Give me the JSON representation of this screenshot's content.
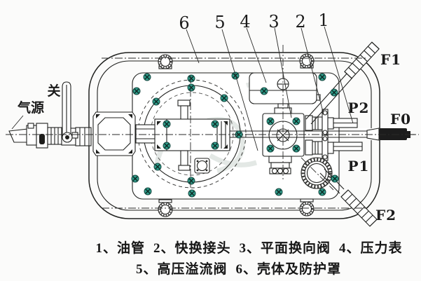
{
  "diagram": {
    "callouts": [
      "1",
      "2",
      "3",
      "4",
      "5",
      "6"
    ],
    "port_labels": {
      "f1": "F1",
      "f0": "F0",
      "p1": "P1",
      "p2": "P2",
      "f2": "F2"
    },
    "text_labels": {
      "air_source": "气源",
      "shutoff": "关"
    }
  },
  "legend": {
    "items": [
      {
        "num": "1、",
        "name": "油管"
      },
      {
        "num": "2、",
        "name": "快换接头"
      },
      {
        "num": "3、",
        "name": "平面换向阀"
      },
      {
        "num": "4、",
        "name": "压力表"
      },
      {
        "num": "5、",
        "name": "高压溢流阀"
      },
      {
        "num": "6、",
        "name": "壳体及防护罩"
      }
    ],
    "line1_count": 4
  },
  "colors": {
    "screw_accent": "#2f9e8c",
    "line": "#20211f",
    "background": "#fbfbfa",
    "watermark": "#cdd6d1"
  }
}
